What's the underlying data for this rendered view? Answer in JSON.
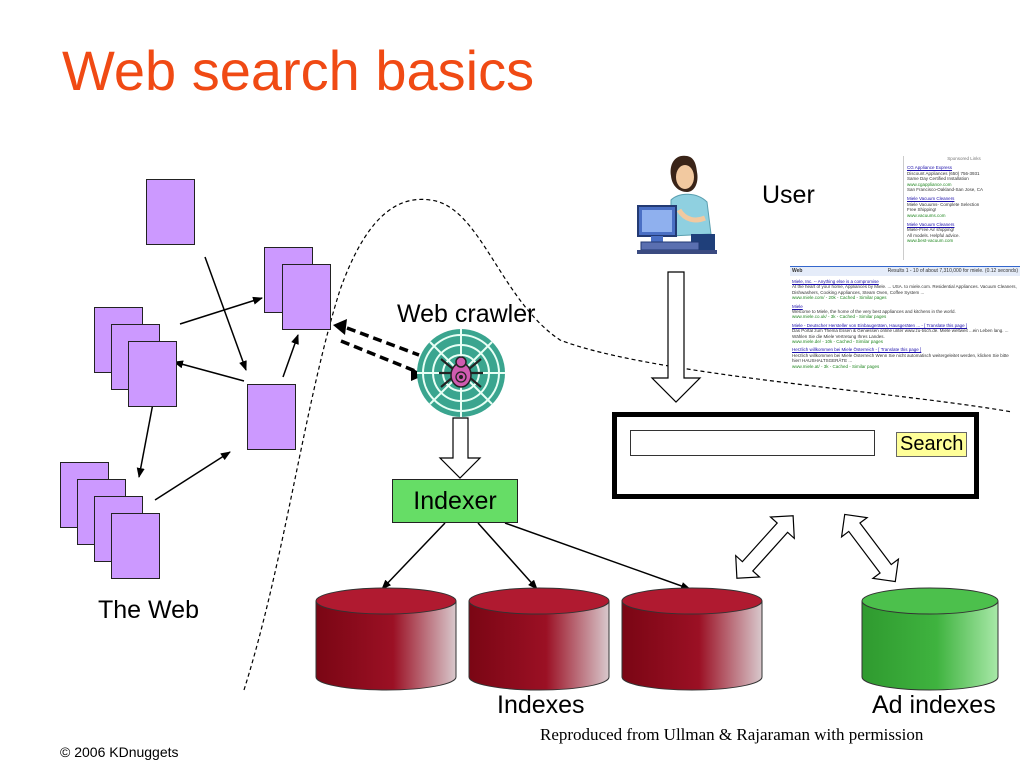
{
  "title": "Web search basics",
  "labels": {
    "user": "User",
    "web_crawler": "Web crawler",
    "the_web": "The Web",
    "indexer": "Indexer",
    "indexes": "Indexes",
    "ad_indexes": "Ad indexes"
  },
  "search": {
    "button_label": "Search",
    "query_value": ""
  },
  "footer": {
    "copyright": "© 2006 KDnuggets",
    "credit": "Reproduced from Ullman & Rajaraman with permission"
  },
  "colors": {
    "title": "#f04a14",
    "web_page": "#cc99ff",
    "indexer": "#66dd66",
    "index_cylinder": "#9b1024",
    "ad_cylinder": "#3fb33f",
    "search_button": "#ffff99"
  },
  "icons": {
    "user": "woman-at-computer-icon",
    "crawler": "spider-web-icon"
  },
  "sponsored_links": {
    "header": "Sponsored Links",
    "ads": [
      {
        "title": "CG Appliance Express",
        "lines": [
          "Discount Appliances (650) 756-3931",
          "Same Day Certified Installation"
        ],
        "url": "www.cgappliance.com",
        "extra": "San Francisco-Oakland-San Jose, CA"
      },
      {
        "title": "Miele Vacuum Cleaners",
        "lines": [
          "Miele Vacuums- Complete Selection",
          "Free Shipping!"
        ],
        "url": "www.vacuums.com",
        "extra": ""
      },
      {
        "title": "Miele Vacuum Cleaners",
        "lines": [
          "Miele-Free Air shipping!",
          "All models. Helpful advice."
        ],
        "url": "www.best-vacuum.com",
        "extra": ""
      }
    ]
  },
  "results_page": {
    "bar_left": "Web",
    "bar_right": "Results 1 - 10 of about 7,310,000 for miele. (0.12 seconds)",
    "results": [
      {
        "title": "Miele, Inc. -- Anything else is a compromise",
        "snippet": "At the heart of your home, Appliances by Miele. ... USA. to miele.com. Residential Appliances. Vacuum Cleaners, Dishwashers, Cooking Appliances, Steam Oven, Coffee System ...",
        "url": "www.miele.com/ - 20k - Cached - Similar pages"
      },
      {
        "title": "Miele",
        "snippet": "Welcome to Miele, the home of the very best appliances and kitchens in the world.",
        "url": "www.miele.co.uk/ - 3k - Cached - Similar pages"
      },
      {
        "title": "Miele - Deutscher Hersteller von Einbaugeräten, Hausgeräten ... - [ Translate this page ]",
        "snippet": "Das Portal zum Thema Essen & Geniessen online unter www.zu-tisch.de. Miele weltweit ...ein Leben lang. ... Wählen Sie die Miele Vertretung Ihres Landes.",
        "url": "www.miele.de/ - 10k - Cached - Similar pages"
      },
      {
        "title": "Herzlich willkommen bei Miele Österreich - [ Translate this page ]",
        "snippet": "Herzlich willkommen bei Miele Österreich Wenn Sie nicht automatisch weitergeleitet werden, klicken Sie bitte hier! HAUSHALTSGERÄTE ...",
        "url": "www.miele.at/ - 3k - Cached - Similar pages"
      }
    ]
  }
}
